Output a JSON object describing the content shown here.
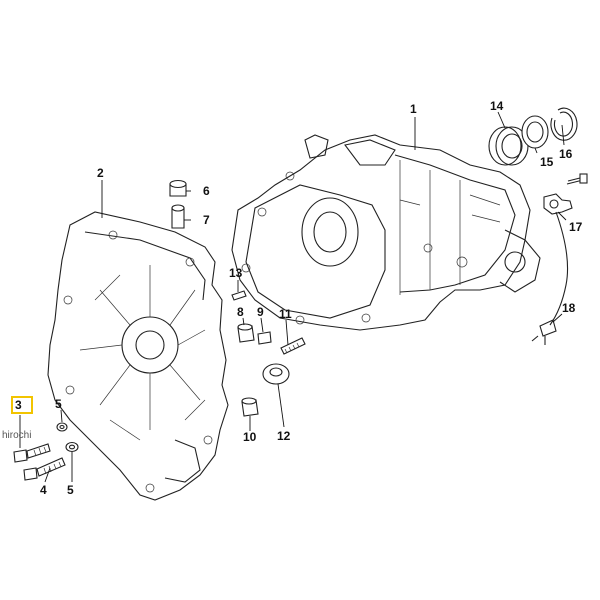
{
  "watermark": "hirochi",
  "highlight_color": "#f2c400",
  "parts": [
    {
      "id": "p1",
      "label": "1"
    },
    {
      "id": "p2",
      "label": "2"
    },
    {
      "id": "p3",
      "label": "3"
    },
    {
      "id": "p4",
      "label": "4"
    },
    {
      "id": "p5a",
      "label": "5"
    },
    {
      "id": "p5b",
      "label": "5"
    },
    {
      "id": "p6",
      "label": "6"
    },
    {
      "id": "p7",
      "label": "7"
    },
    {
      "id": "p8",
      "label": "8"
    },
    {
      "id": "p9",
      "label": "9"
    },
    {
      "id": "p10",
      "label": "10"
    },
    {
      "id": "p11",
      "label": "11"
    },
    {
      "id": "p12",
      "label": "12"
    },
    {
      "id": "p13",
      "label": "13"
    },
    {
      "id": "p14",
      "label": "14"
    },
    {
      "id": "p15",
      "label": "15"
    },
    {
      "id": "p16",
      "label": "16"
    },
    {
      "id": "p17",
      "label": "17"
    },
    {
      "id": "p18",
      "label": "18"
    }
  ]
}
